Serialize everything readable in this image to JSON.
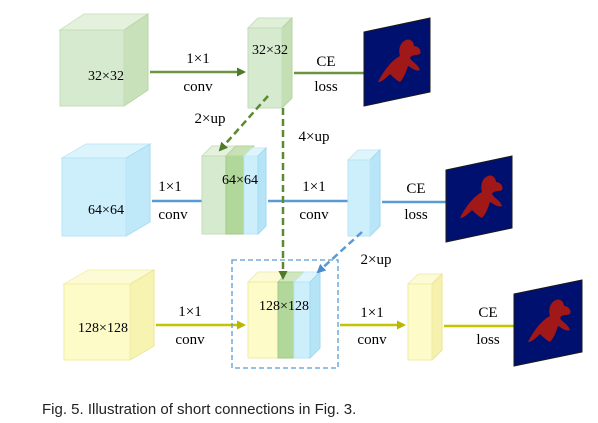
{
  "diagram": {
    "rows": [
      {
        "input_label": "32×32",
        "conv_top": "1×1",
        "conv_bottom": "conv",
        "feature_label": "32×32",
        "loss_top": "CE",
        "loss_bottom": "loss"
      },
      {
        "input_label": "64×64",
        "conv_top": "1×1",
        "conv_bottom": "conv",
        "feature_label": "64×64",
        "conv2_top": "1×1",
        "conv2_bottom": "conv",
        "loss_top": "CE",
        "loss_bottom": "loss"
      },
      {
        "input_label": "128×128",
        "conv_top": "1×1",
        "conv_bottom": "conv",
        "feature_label": "128×128",
        "conv2_top": "1×1",
        "conv2_bottom": "conv",
        "loss_top": "CE",
        "loss_bottom": "loss"
      }
    ],
    "up_labels": {
      "row1_to_row2": "2×up",
      "row1_to_row3": "4×up",
      "row2_to_row3": "2×up"
    },
    "colors": {
      "green": "#6b8e3a",
      "green_fill": "#d9ecd0",
      "blue": "#5b9bd5",
      "blue_fill": "#cdeffb",
      "yellow": "#c8c800",
      "yellow_fill": "#fdfbc8",
      "label_bg": "#00106e",
      "label_fg": "#a01818"
    }
  },
  "caption": "Fig. 5. Illustration of short connections in Fig. 3."
}
